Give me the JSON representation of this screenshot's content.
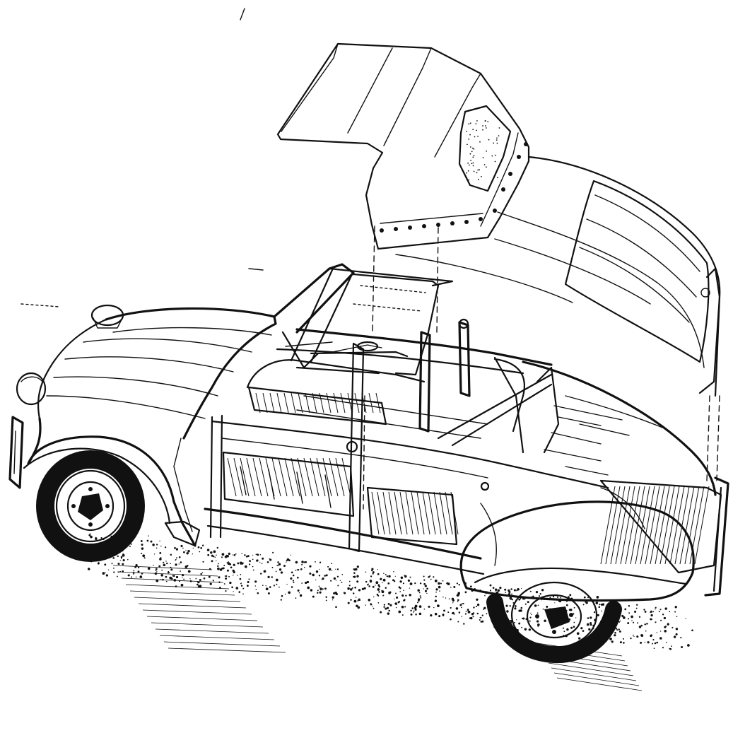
{
  "illustration": {
    "colors": {
      "ink": "#111111",
      "paper": "#ffffff"
    },
    "parts": [
      "soft-top-roof",
      "rear-body-shell",
      "chassis-frame",
      "front-fender",
      "rear-fender",
      "front-wheel",
      "rear-wheel",
      "headlamp",
      "bumper",
      "floor-pan",
      "rear-seat"
    ]
  }
}
